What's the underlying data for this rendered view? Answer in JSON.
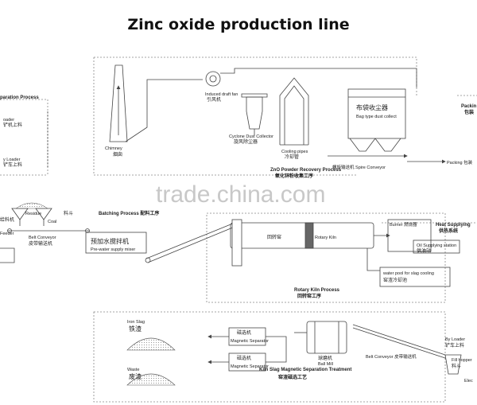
{
  "title": "Zinc oxide production line",
  "watermark": "trade.china.com",
  "colors": {
    "line": "#444444",
    "dash": "#888888",
    "pile": "#bbbbbb"
  },
  "sections": {
    "separation": "paration Process",
    "batching": "Batching Process 配料工序",
    "recovery": "ZnO Powder Recovery Process",
    "recovery_cn": "氧化锌粉收集工序",
    "rotary": "Rotary Kiln Process",
    "rotary_cn": "回转窑工序",
    "magnetic": "Kiln Slag Magnetic Separation Treatment",
    "magnetic_cn": "窑渣磁选工艺",
    "packing": "Packin",
    "packing_cn": "包装",
    "heat": "Heat Supplying",
    "heat_cn": "供热系统"
  },
  "labels": {
    "chimney_en": "Chimney",
    "chimney_cn": "烟囱",
    "fan_en": "Induced draft fan",
    "fan_cn": "引风机",
    "cyclone_en": "Cyclone Dust Collector",
    "cyclone_cn": "旋风除尘器",
    "cooling_en": "Cooling pipes",
    "cooling_cn": "冷却管",
    "bag_cn": "布袋收尘器",
    "bag_en": "Bag type dust collect",
    "spiral": "螺旋输送机 Spire Conveyor",
    "packing_label": "Packing 包装",
    "loader1": "y Loader",
    "loader1_cn": "铲车上料",
    "loader2": "oader",
    "loader2_cn": "铲机上料",
    "feeder_cn": "给料机",
    "feeder_en": "Feeder",
    "residue": "Residue",
    "coal": "Coal",
    "coal_cn": "料斗",
    "belt_en": "Belt Conveyor",
    "belt_cn": "皮带输送机",
    "mixer_cn": "预加水搅拌机",
    "mixer_en": "Pre-water supply mixer",
    "kiln_cn": "回转窑",
    "kiln_en": "Rotary Kiln",
    "burner": "Burner 燃烧器",
    "oil_en": "Oil Supplying station",
    "oil_cn": "供油站",
    "pool_en": "water pool for slag cooling",
    "pool_cn": "窑渣冷却池",
    "iron_en": "Iron Slag",
    "iron_cn": "铁渣",
    "waste_en": "Waste",
    "waste_cn": "废渣",
    "mag_cn": "磁选机",
    "mag_en": "Magnetic Separator",
    "ball_cn": "球磨机",
    "ball_en": "Ball Mill",
    "belt2_en": "Belt Conveyor 皮带输送机",
    "loader3": "By Loader",
    "loader3_cn": "铲车上料",
    "hopper": "Fill hopper",
    "hopper_cn": "料斗",
    "elec": "Elec"
  }
}
